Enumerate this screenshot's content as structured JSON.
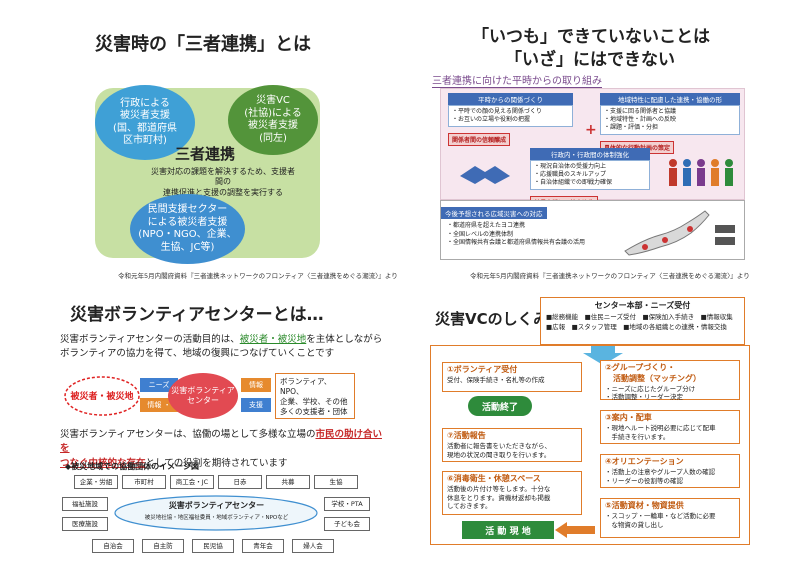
{
  "q1": {
    "title": "災害時の「三者連携」とは",
    "circle_gov": "行政による\n被災者支援\n(国、都道府県\n区市町村)",
    "circle_vc": "災害VC\n(社協)による\n被災者支援\n(同左)",
    "center_label": "三者連携",
    "center_desc": "災害対応の課題を解決するため、支援者間の\n連携促進と支援の調整を実行する",
    "circle_private": "民間支援セクター\nによる被災者支援\n(NPO・NGO、企業、\n生協、JC等)",
    "source": "令和元年5月内閣府資料『三者連携ネットワークのフロンティア〈三者連携をめぐる潮流〉』より"
  },
  "q2": {
    "title_line1": "「いつも」できていないことは",
    "title_line2": "「いざ」にはできない",
    "subtitle": "三者連携に向けた平時からの取り組み",
    "left_header": "平時からの関係づくり",
    "left_items": "・平時での顔の見える関係づくり\n・お互いの立場や役割の把握",
    "left_red": "関係者間の信頼醸成",
    "right_header": "地域特性に配慮した連携・協働の形",
    "right_items": "・支援に回る関係者と協議\n・地域特性・計画への反映\n・課題・評価・分担",
    "right_red": "具体的な行動計画の策定",
    "mid_header": "行政内・行政間の体制強化",
    "mid_items": "・現況自治体の受援力向上\n・応援職員のスキルアップ\n・自治体組織での即戦力確保",
    "mid_red": "首長支援との結束強化",
    "lower_header": "今後予想される広域災害への対応",
    "lower_items": "・都道府県を超えたヨコ連携\n・全国レベルの連携体制\n・全国情報共有会議と都道府県情報共有会議の活用",
    "plus": "+",
    "source": "令和元年5月内閣府資料『三者連携ネットワークのフロンティア〈三者連携をめぐる潮流〉』より"
  },
  "q3": {
    "title": "災害ボランティアセンターとは…",
    "p1_a": "災害ボランティアセンターの活動目的は、",
    "p1_hl": "被災者・被災地",
    "p1_b": "を主体としながら",
    "p1_c": "ボランティアの協力を得て、地域の復興につなげていくことです",
    "left_oval": "被災者・被災地",
    "arrow_needs": "ニーズ",
    "arrow_info": "情報\n・",
    "center_circle": "災害ボランティア\nセンター",
    "arrow_info2": "情報",
    "arrow_support": "支援",
    "right_box": "ボランティア、NPO、\n企業、学校、その他\n多くの支援者・団体",
    "p2_a": "災害ボランティアセンターは、協働の場として多様な立場の",
    "p2_hl1": "市民の助け合いを",
    "p2_hl2": "つなぐ中核的な存在",
    "p2_b": "としての役割を期待されています",
    "diagram_title": "◆被災地域での協働団体のイメージ図",
    "top_row": [
      "企業・労組",
      "市町村",
      "商工会・JC",
      "日赤",
      "共募",
      "生協"
    ],
    "left_col": [
      "福祉施設",
      "医療施設"
    ],
    "right_col": [
      "学校・PTA",
      "子ども会"
    ],
    "bottom_row": [
      "自治会",
      "自主防",
      "民児協",
      "青年会",
      "婦人会"
    ],
    "center_ellipse": "災害ボランティアセンター",
    "center_ellipse_sub": "被災地社協・地区福祉委員・地域ボランティア・NPOなど"
  },
  "q4": {
    "title": "災害VCのしくみ",
    "hq_title": "センター本部・ニーズ受付",
    "hq_items": "■総務機能　■住民ニーズ受付　■保険加入手続き　■情報収集\n■広報　■スタッフ管理　■地域の各組織との連携・情報交換",
    "s1_h": "①ボランティア受付",
    "s1_b": "受付、保険手続き・名札等の作成",
    "s2_h": "②グループづくり・\n　活動調整（マッチング）",
    "s2_b": "・ニーズに応じたグループ分け\n・活動調整・リーダー決定",
    "end_label": "活動終了",
    "s3_h": "③案内・配車",
    "s3_b": "・現地へルート説明必要に応じて配車\n　手続きを行います。",
    "s7_h": "⑦活動報告",
    "s7_b": "活動者に報告書をいただきながら、\n現地の状況の聞き取りを行います。",
    "s4_h": "④オリエンテーション",
    "s4_b": "・活動上の注意やグループ人数の確認\n・リーダーの役割等の確認",
    "s6_h": "⑥消毒衛生・休憩スペース",
    "s6_b": "活動後の片付け等をします。十分な\n休息をとります。資機材返却も掲載\nしておきます。",
    "s5_h": "⑤活動資材・物資提供",
    "s5_b": "・スコップ・一輪車・など活動に必要\n　な物資の貸し出し",
    "site_label": "活 動 現 地"
  },
  "colors": {
    "orange": "#e07c2a",
    "green": "#2e8b3b",
    "blue_arrow": "#5ab4e0"
  }
}
